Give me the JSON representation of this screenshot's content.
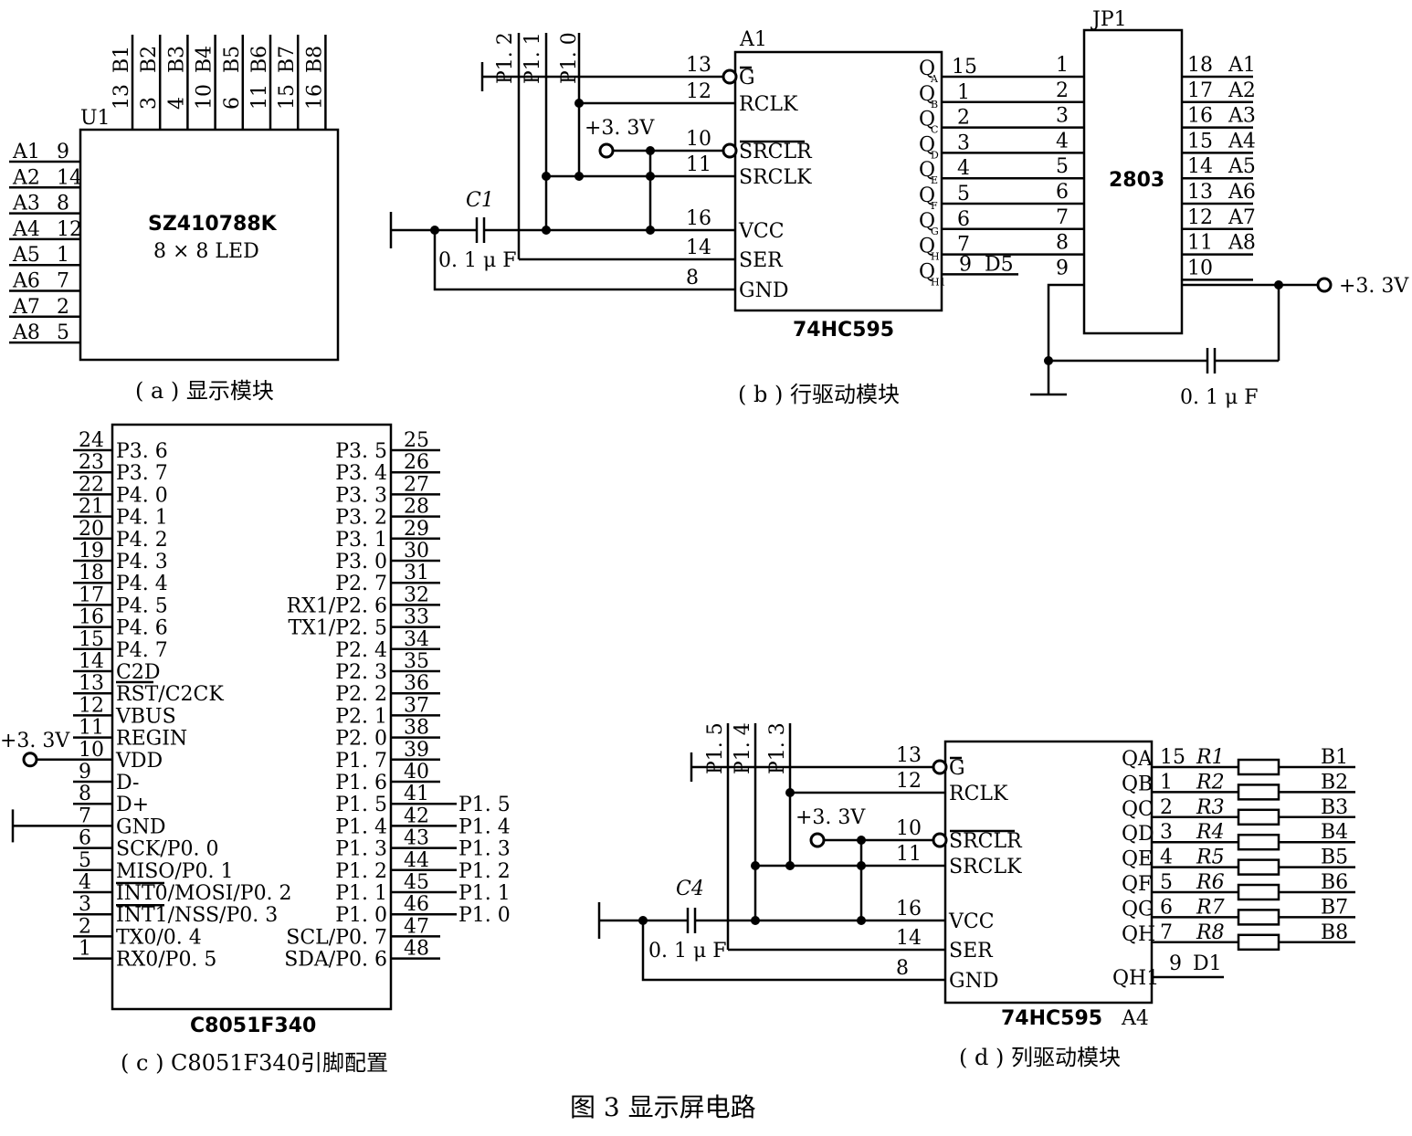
{
  "figure_title": "图 3  显示屏电路",
  "captions": {
    "a": "( a ) 显示模块",
    "b": "( b ) 行驱动模块",
    "c": "( c ) C8051F340引脚配置",
    "d": "( d ) 列驱动模块"
  },
  "module_a": {
    "ref": "U1",
    "part": "SZ410788K",
    "desc": "8 × 8  LED",
    "left_pins": [
      {
        "net": "A1",
        "pin": "9"
      },
      {
        "net": "A2",
        "pin": "14"
      },
      {
        "net": "A3",
        "pin": "8"
      },
      {
        "net": "A4",
        "pin": "12"
      },
      {
        "net": "A5",
        "pin": "1"
      },
      {
        "net": "A6",
        "pin": "7"
      },
      {
        "net": "A7",
        "pin": "2"
      },
      {
        "net": "A8",
        "pin": "5"
      }
    ],
    "top_pins": [
      {
        "pin": "13",
        "net": "B1"
      },
      {
        "pin": "3",
        "net": "B2"
      },
      {
        "pin": "4",
        "net": "B3"
      },
      {
        "pin": "10",
        "net": "B4"
      },
      {
        "pin": "6",
        "net": "B5"
      },
      {
        "pin": "11",
        "net": "B6"
      },
      {
        "pin": "15",
        "net": "B7"
      },
      {
        "pin": "16",
        "net": "B8"
      }
    ]
  },
  "module_b": {
    "ref": "A1",
    "part": "74HC595",
    "cap_label": "C1",
    "cap_value": "0. 1 μ F",
    "supply": "+3. 3V",
    "inputs": [
      "P1. 2",
      "P1. 1",
      "P1. 0"
    ],
    "ctrl_pins": [
      {
        "pin": "13",
        "name": "G"
      },
      {
        "pin": "12",
        "name": "RCLK"
      },
      {
        "pin": "10",
        "name": "SRCLR"
      },
      {
        "pin": "11",
        "name": "SRCLK"
      },
      {
        "pin": "16",
        "name": "VCC"
      },
      {
        "pin": "14",
        "name": "SER"
      },
      {
        "pin": "8",
        "name": "GND"
      }
    ],
    "outputs": [
      {
        "q": "Q",
        "sub": "A",
        "pin": "15"
      },
      {
        "q": "Q",
        "sub": "B",
        "pin": "1"
      },
      {
        "q": "Q",
        "sub": "C",
        "pin": "2"
      },
      {
        "q": "Q",
        "sub": "D",
        "pin": "3"
      },
      {
        "q": "Q",
        "sub": "E",
        "pin": "4"
      },
      {
        "q": "Q",
        "sub": "F",
        "pin": "5"
      },
      {
        "q": "Q",
        "sub": "G",
        "pin": "6"
      },
      {
        "q": "Q",
        "sub": "H",
        "pin": "7"
      },
      {
        "q": "Q",
        "sub": "H1",
        "pin": "9"
      }
    ],
    "d5": "D5",
    "jp": {
      "ref": "JP1",
      "part": "2803",
      "in_pins": [
        "1",
        "2",
        "3",
        "4",
        "5",
        "6",
        "7",
        "8",
        "9"
      ],
      "out_pins": [
        {
          "pin": "18",
          "net": "A1"
        },
        {
          "pin": "17",
          "net": "A2"
        },
        {
          "pin": "16",
          "net": "A3"
        },
        {
          "pin": "15",
          "net": "A4"
        },
        {
          "pin": "14",
          "net": "A5"
        },
        {
          "pin": "13",
          "net": "A6"
        },
        {
          "pin": "12",
          "net": "A7"
        },
        {
          "pin": "11",
          "net": "A8"
        },
        {
          "pin": "10",
          "net": ""
        }
      ],
      "supply": "+3. 3V",
      "cap_value": "0. 1 μ F"
    }
  },
  "module_c": {
    "part": "C8051F340",
    "left_pins": [
      {
        "pin": "24",
        "name": "P3. 6"
      },
      {
        "pin": "23",
        "name": "P3. 7"
      },
      {
        "pin": "22",
        "name": "P4. 0"
      },
      {
        "pin": "21",
        "name": "P4. 1"
      },
      {
        "pin": "20",
        "name": "P4. 2"
      },
      {
        "pin": "19",
        "name": "P4. 3"
      },
      {
        "pin": "18",
        "name": "P4. 4"
      },
      {
        "pin": "17",
        "name": "P4. 5"
      },
      {
        "pin": "16",
        "name": "P4. 6"
      },
      {
        "pin": "15",
        "name": "P4. 7"
      },
      {
        "pin": "14",
        "name": "C2D"
      },
      {
        "pin": "13",
        "name": "RST/C2CK"
      },
      {
        "pin": "12",
        "name": "VBUS"
      },
      {
        "pin": "11",
        "name": "REGIN"
      },
      {
        "pin": "10",
        "name": "VDD"
      },
      {
        "pin": "9",
        "name": "D-"
      },
      {
        "pin": "8",
        "name": "D+"
      },
      {
        "pin": "7",
        "name": "GND"
      },
      {
        "pin": "6",
        "name": "SCK/P0. 0"
      },
      {
        "pin": "5",
        "name": "MISO/P0. 1"
      },
      {
        "pin": "4",
        "name": "INT0/MOSI/P0. 2"
      },
      {
        "pin": "3",
        "name": "INT1/NSS/P0. 3"
      },
      {
        "pin": "2",
        "name": "TX0/0. 4"
      },
      {
        "pin": "1",
        "name": "RX0/P0. 5"
      }
    ],
    "right_pins": [
      {
        "pin": "25",
        "name": "P3. 5",
        "net": ""
      },
      {
        "pin": "26",
        "name": "P3. 4",
        "net": ""
      },
      {
        "pin": "27",
        "name": "P3. 3",
        "net": ""
      },
      {
        "pin": "28",
        "name": "P3. 2",
        "net": ""
      },
      {
        "pin": "29",
        "name": "P3. 1",
        "net": ""
      },
      {
        "pin": "30",
        "name": "P3. 0",
        "net": ""
      },
      {
        "pin": "31",
        "name": "P2. 7",
        "net": ""
      },
      {
        "pin": "32",
        "name": "RX1/P2. 6",
        "net": ""
      },
      {
        "pin": "33",
        "name": "TX1/P2. 5",
        "net": ""
      },
      {
        "pin": "34",
        "name": "P2. 4",
        "net": ""
      },
      {
        "pin": "35",
        "name": "P2. 3",
        "net": ""
      },
      {
        "pin": "36",
        "name": "P2. 2",
        "net": ""
      },
      {
        "pin": "37",
        "name": "P2. 1",
        "net": ""
      },
      {
        "pin": "38",
        "name": "P2. 0",
        "net": ""
      },
      {
        "pin": "39",
        "name": "P1. 7",
        "net": ""
      },
      {
        "pin": "40",
        "name": "P1. 6",
        "net": ""
      },
      {
        "pin": "41",
        "name": "P1. 5",
        "net": "P1. 5"
      },
      {
        "pin": "42",
        "name": "P1. 4",
        "net": "P1. 4"
      },
      {
        "pin": "43",
        "name": "P1. 3",
        "net": "P1. 3"
      },
      {
        "pin": "44",
        "name": "P1. 2",
        "net": "P1. 2"
      },
      {
        "pin": "45",
        "name": "P1. 1",
        "net": "P1. 1"
      },
      {
        "pin": "46",
        "name": "P1. 0",
        "net": "P1. 0"
      },
      {
        "pin": "47",
        "name": "SCL/P0. 7",
        "net": ""
      },
      {
        "pin": "48",
        "name": "SDA/P0. 6",
        "net": ""
      }
    ],
    "supply": "+3. 3V"
  },
  "module_d": {
    "ref": "A4",
    "part": "74HC595",
    "cap_label": "C4",
    "cap_value": "0. 1 μ F",
    "supply": "+3. 3V",
    "inputs": [
      "P1. 5",
      "P1. 4",
      "P1. 3"
    ],
    "ctrl_pins": [
      {
        "pin": "13",
        "name": "G"
      },
      {
        "pin": "12",
        "name": "RCLK"
      },
      {
        "pin": "10",
        "name": "SRCLR"
      },
      {
        "pin": "11",
        "name": "SRCLK"
      },
      {
        "pin": "16",
        "name": "VCC"
      },
      {
        "pin": "14",
        "name": "SER"
      },
      {
        "pin": "8",
        "name": "GND"
      }
    ],
    "outputs": [
      {
        "q": "QA",
        "pin": "15",
        "res": "R1",
        "net": "B1"
      },
      {
        "q": "QB",
        "pin": "1",
        "res": "R2",
        "net": "B2"
      },
      {
        "q": "QC",
        "pin": "2",
        "res": "R3",
        "net": "B3"
      },
      {
        "q": "QD",
        "pin": "3",
        "res": "R4",
        "net": "B4"
      },
      {
        "q": "QE",
        "pin": "4",
        "res": "R5",
        "net": "B5"
      },
      {
        "q": "QF",
        "pin": "5",
        "res": "R6",
        "net": "B6"
      },
      {
        "q": "QG",
        "pin": "6",
        "res": "R7",
        "net": "B7"
      },
      {
        "q": "QH",
        "pin": "7",
        "res": "R8",
        "net": "B8"
      }
    ],
    "qh1": {
      "q": "QH1",
      "pin": "9",
      "net": "D1"
    }
  }
}
